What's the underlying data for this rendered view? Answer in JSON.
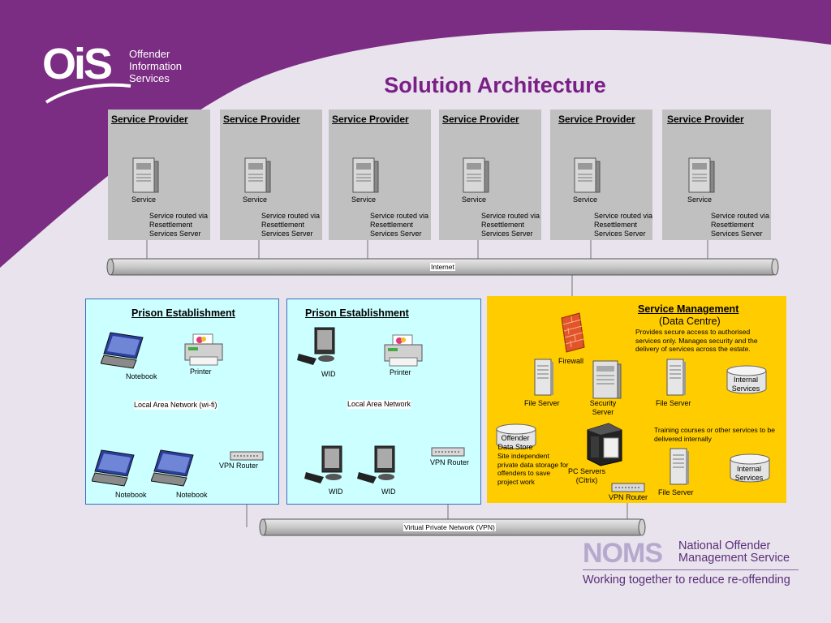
{
  "logo": {
    "mark": "OiS",
    "line1": "Offender",
    "line2": "Information",
    "line3": "Services"
  },
  "title": "Solution Architecture",
  "service_providers": [
    {
      "title": "Service Provider",
      "service": "Service",
      "route": "Service routed via Resettlement Services Server"
    },
    {
      "title": "Service Provider",
      "service": "Service",
      "route": "Service routed via Resettlement Services Server"
    },
    {
      "title": "Service Provider",
      "service": "Service",
      "route": "Service routed via Resettlement Services Server"
    },
    {
      "title": "Service Provider",
      "service": "Service",
      "route": "Service routed via Resettlement Services Server"
    },
    {
      "title": "Service Provider",
      "service": "Service",
      "route": "Service routed via Resettlement Services Server"
    },
    {
      "title": "Service Provider",
      "service": "Service",
      "route": "Service routed via Resettlement Services Server"
    }
  ],
  "internet_label": "Internet",
  "prison1": {
    "title": "Prison Establishment",
    "notebook": "Notebook",
    "printer": "Printer",
    "lan": "Local Area Network (wi-fi)",
    "notebook2": "Notebook",
    "notebook3": "Notebook",
    "vpn_router": "VPN Router"
  },
  "prison2": {
    "title": "Prison Establishment",
    "wid1": "WID",
    "printer": "Printer",
    "lan": "Local Area Network",
    "wid2": "WID",
    "wid3": "WID",
    "vpn_router": "VPN Router"
  },
  "service_mgmt": {
    "title": "Service Management",
    "subtitle": "(Data Centre)",
    "desc": "Provides secure access to authorised services only.  Manages security and the delivery of services across the estate.",
    "firewall": "Firewall",
    "file_server1": "File Server",
    "security_server": "Security Server",
    "file_server2": "File Server",
    "internal1": "Internal Services",
    "training": "Training courses or other services  to be delivered internally",
    "offender_store": "Offender Data Store",
    "site_text": "Site independent private data storage for offenders to save project work",
    "pc_servers": "PC Servers (Citrix)",
    "vpn_router": "VPN Router",
    "file_server3": "File Server",
    "internal2": "Internal Services"
  },
  "vpn_label": "Virtual Private Network (VPN)",
  "noms": {
    "logo": "NOMS",
    "name_line1": "National Offender",
    "name_line2": "Management Service",
    "tagline": "Working together to reduce re-offending"
  },
  "colors": {
    "purple": "#7b2c83",
    "sp_box": "#c0c0c0",
    "prison_bg": "#ccffff",
    "dc_bg": "#ffcc00",
    "title": "#7a1f86"
  }
}
